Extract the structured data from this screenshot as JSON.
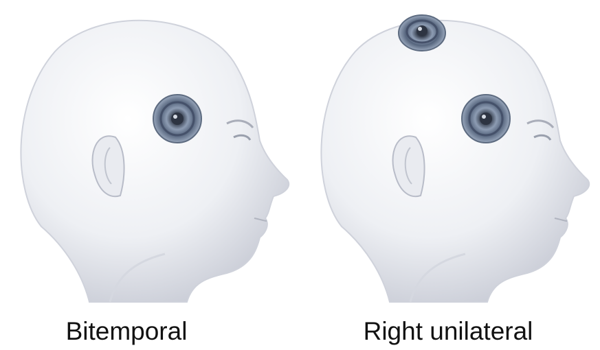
{
  "figure": {
    "panels": [
      {
        "caption": "Bitemporal",
        "electrodes": [
          {
            "location": "temple",
            "icon": "electrode-icon"
          }
        ]
      },
      {
        "caption": "Right unilateral",
        "electrodes": [
          {
            "location": "vertex",
            "icon": "electrode-icon"
          },
          {
            "location": "temple",
            "icon": "electrode-icon"
          }
        ]
      }
    ]
  },
  "colors": {
    "skin": "#f1f1f3",
    "shadow": "#b9bcc8",
    "electrode_outer": "#6f7f95",
    "electrode_inner": "#2d3442",
    "caption": "#111111"
  }
}
